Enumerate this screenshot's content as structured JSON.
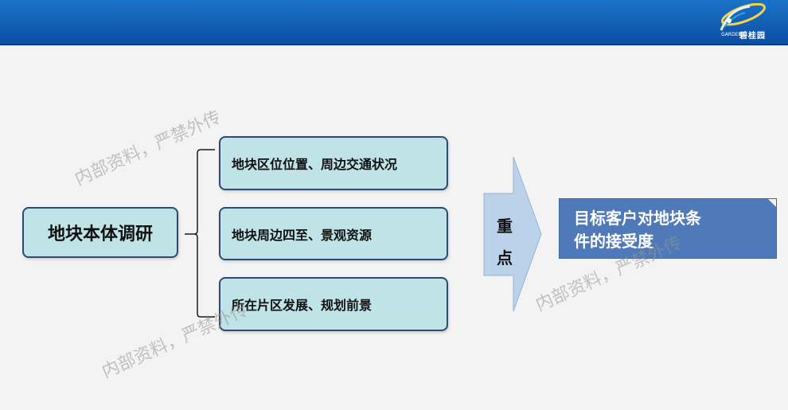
{
  "header": {
    "logo_text": "碧桂园",
    "logo_subtext": "GARDEN"
  },
  "diagram": {
    "main": "地块本体调研",
    "items": [
      "地块区位位置、周边交通状况",
      "地块周边四至、景观资源",
      "所在片区发展、规划前景"
    ],
    "arrow_label_1": "重",
    "arrow_label_2": "点",
    "result_line_1": "目标客户对地块条",
    "result_line_2": "件的接受度",
    "colors": {
      "box_fill": "#bfe3e6",
      "box_border": "#2e4a73",
      "arrow_fill": "#bcd2ea",
      "result_fill": "#4f79b8"
    }
  },
  "watermarks": [
    "内部资料，严禁外传",
    "内部资料，严禁外传",
    "内部资料，严禁外传"
  ]
}
